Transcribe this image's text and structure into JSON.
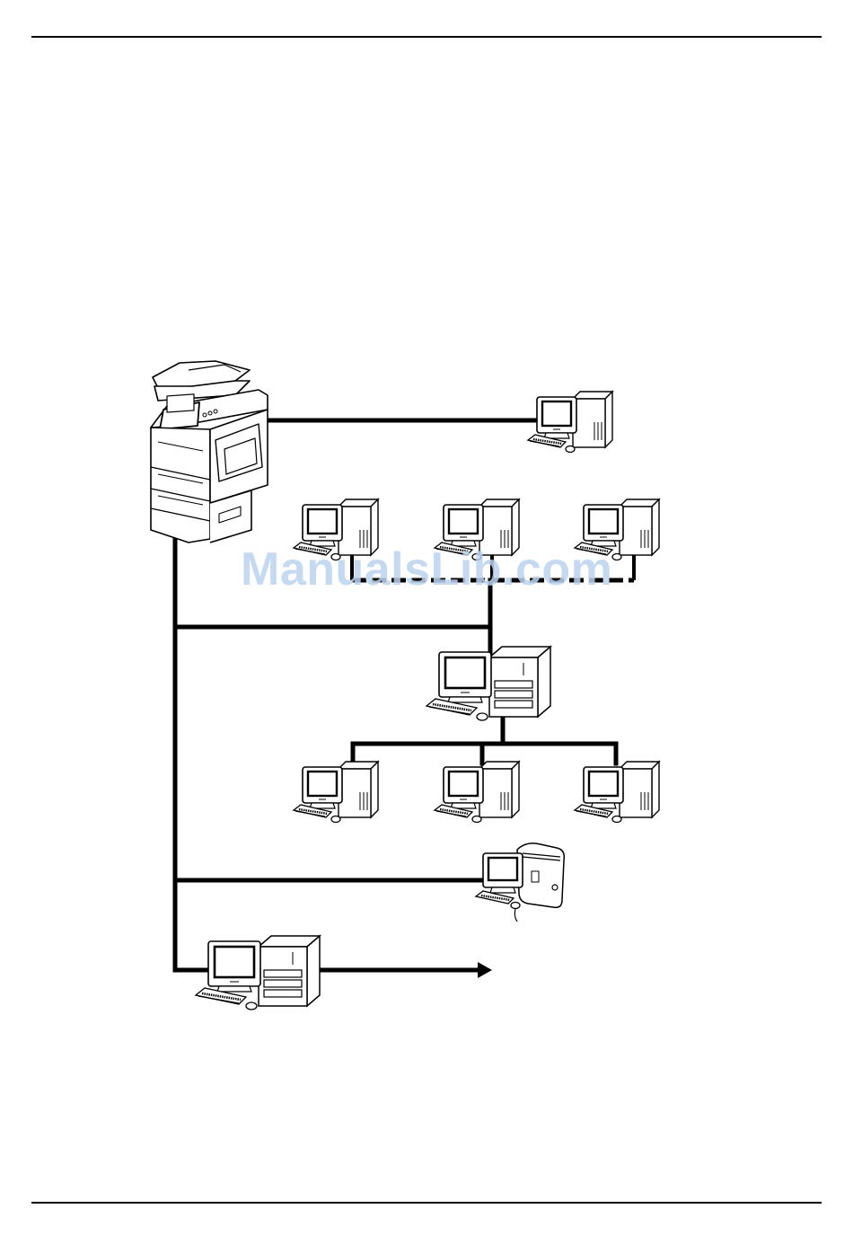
{
  "watermark": {
    "text": "ManualsLib.com"
  },
  "colors": {
    "line": "#000000",
    "watermark": "#bcd3ee",
    "device_fill": "#ffffff"
  },
  "nodes": [
    {
      "name": "mfp-copier-icon",
      "kind": "copier"
    },
    {
      "name": "direct-client-pc-icon",
      "kind": "pc"
    },
    {
      "name": "workgroup-pc-1-icon",
      "kind": "pc"
    },
    {
      "name": "workgroup-pc-2-icon",
      "kind": "pc"
    },
    {
      "name": "workgroup-pc-3-icon",
      "kind": "pc"
    },
    {
      "name": "server-pc-icon",
      "kind": "server"
    },
    {
      "name": "domain-pc-1-icon",
      "kind": "pc"
    },
    {
      "name": "domain-pc-2-icon",
      "kind": "pc"
    },
    {
      "name": "domain-pc-3-icon",
      "kind": "pc"
    },
    {
      "name": "macintosh-pc-icon",
      "kind": "mac"
    },
    {
      "name": "gateway-pc-icon",
      "kind": "server"
    }
  ]
}
